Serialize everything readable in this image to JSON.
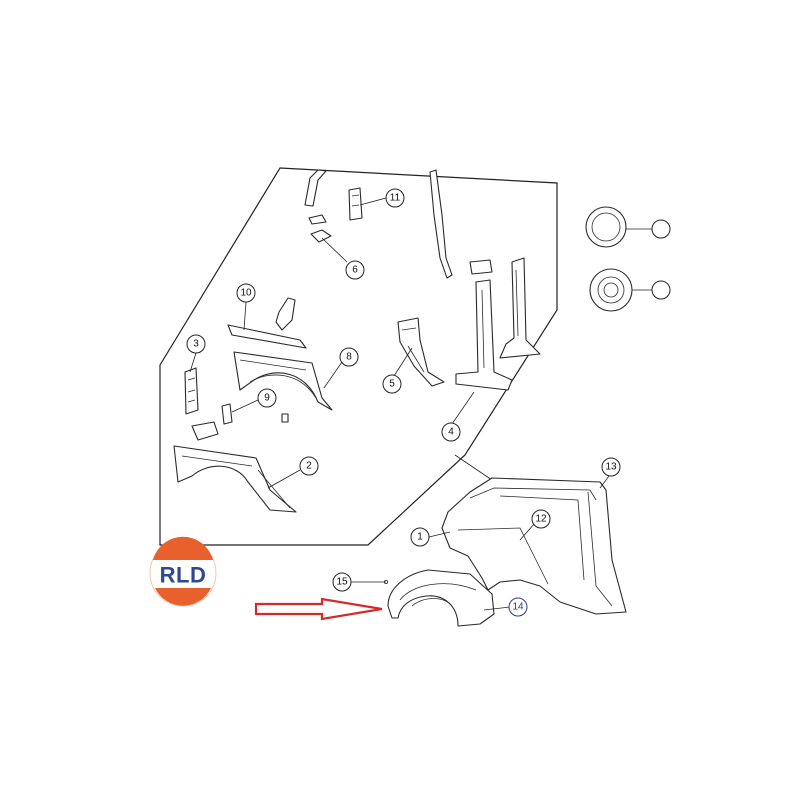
{
  "logo": {
    "text": "RLD",
    "colors": {
      "top": "#e8612c",
      "bottom": "#e8612c",
      "ring": "#ffffff",
      "text": "#2e4a8a"
    }
  },
  "arrow": {
    "color": "#d42a2a"
  },
  "callouts": [
    {
      "id": "c1",
      "label": "1"
    },
    {
      "id": "c2",
      "label": "2"
    },
    {
      "id": "c3",
      "label": "3"
    },
    {
      "id": "c4",
      "label": "4"
    },
    {
      "id": "c5",
      "label": "5"
    },
    {
      "id": "c6",
      "label": "6"
    },
    {
      "id": "c8",
      "label": "8"
    },
    {
      "id": "c9",
      "label": "9"
    },
    {
      "id": "c10",
      "label": "10"
    },
    {
      "id": "c11",
      "label": "11"
    },
    {
      "id": "c12",
      "label": "12"
    },
    {
      "id": "c13",
      "label": "13"
    },
    {
      "id": "c14",
      "label": "14"
    },
    {
      "id": "c15",
      "label": "15"
    },
    {
      "id": "c16",
      "label": ""
    },
    {
      "id": "c17",
      "label": ""
    }
  ]
}
